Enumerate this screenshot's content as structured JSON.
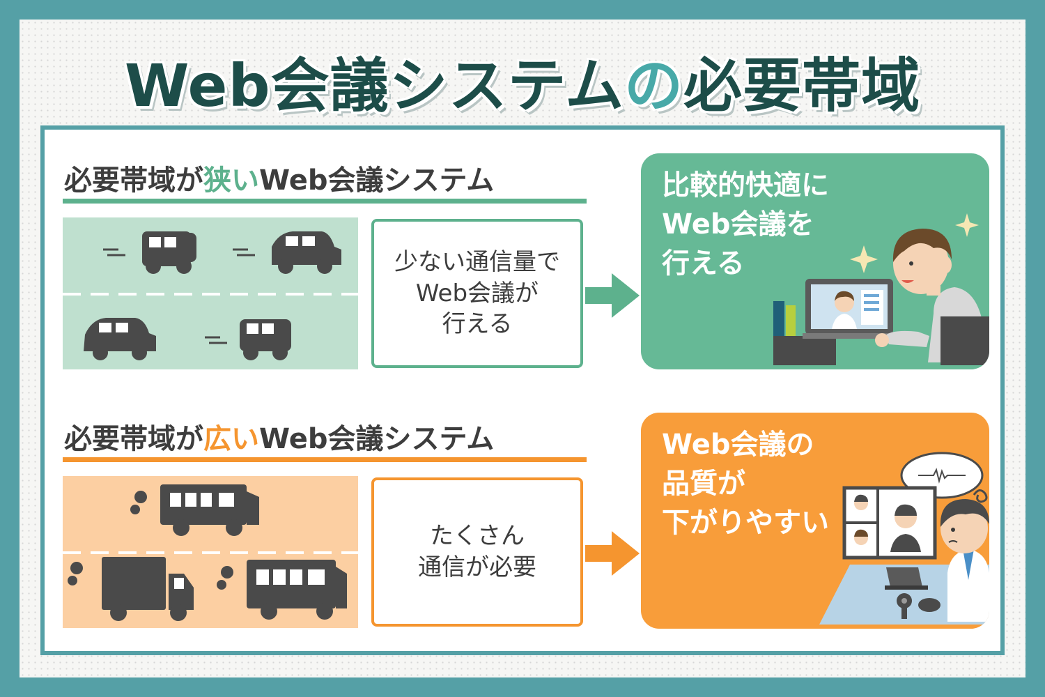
{
  "title": {
    "before": "Web会議システム",
    "highlight": "の",
    "after": "必要帯域"
  },
  "narrow": {
    "heading_before": "必要帯域が",
    "heading_em": "狭い",
    "heading_after": "Web会議システム",
    "desc_lines": [
      "少ない通信量で",
      "Web会議が",
      "行える"
    ],
    "result_lines": [
      "比較的快適に",
      "Web会議を",
      "行える"
    ]
  },
  "wide": {
    "heading_before": "必要帯域が",
    "heading_em": "広い",
    "heading_after": "Web会議システム",
    "desc_lines": [
      "たくさん",
      "通信が必要"
    ],
    "result_lines": [
      "Web会議の",
      "品質が",
      "下がりやすい"
    ]
  },
  "colors": {
    "frame": "#55a0a6",
    "title_text": "#1d4d49",
    "title_highlight": "#48a9a8",
    "green_accent": "#5db18d",
    "green_road": "#bfe0cf",
    "orange_accent": "#f5952f",
    "orange_road": "#fccfa2",
    "vehicle": "#4a4a4a"
  },
  "icons": {
    "narrow_road": "small-cars-road-illustration",
    "narrow_result": "comfortable-video-call-man-illustration",
    "wide_road": "trucks-vans-road-illustration",
    "wide_result": "troubled-video-call-man-illustration",
    "arrow": "right-arrow-icon"
  }
}
